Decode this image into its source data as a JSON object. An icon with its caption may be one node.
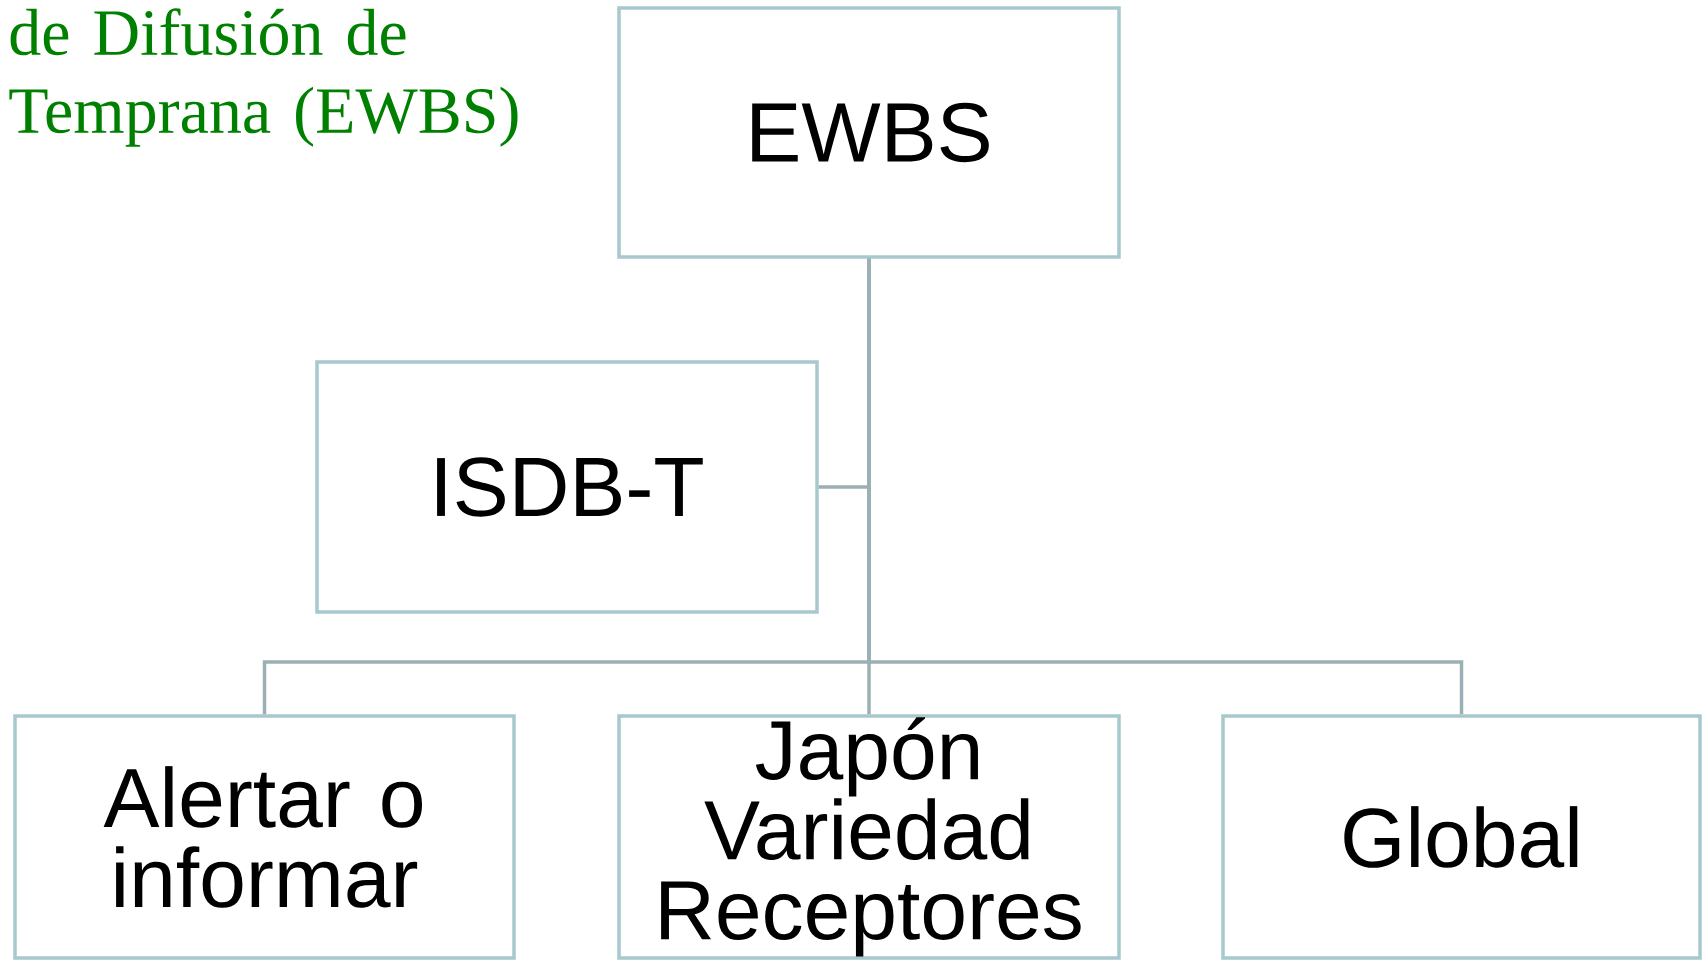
{
  "diagram": {
    "title": "de Difusión de Temprana (EWBS)",
    "nodes": [
      {
        "text": [
          "EWBS"
        ]
      },
      {
        "text": [
          "ISDB-T"
        ]
      },
      {
        "text": [
          "Alertar o informar"
        ]
      },
      {
        "text": [
          "Japón Variedad Receptores"
        ]
      },
      {
        "text": [
          "Global"
        ]
      }
    ],
    "edges": [
      {
        "from": 0,
        "to": 1,
        "arrow": "none"
      },
      {
        "from": 0,
        "to": 2,
        "arrow": "none"
      },
      {
        "from": 0,
        "to": 3,
        "arrow": "none"
      },
      {
        "from": 0,
        "to": 4,
        "arrow": "none"
      }
    ]
  }
}
